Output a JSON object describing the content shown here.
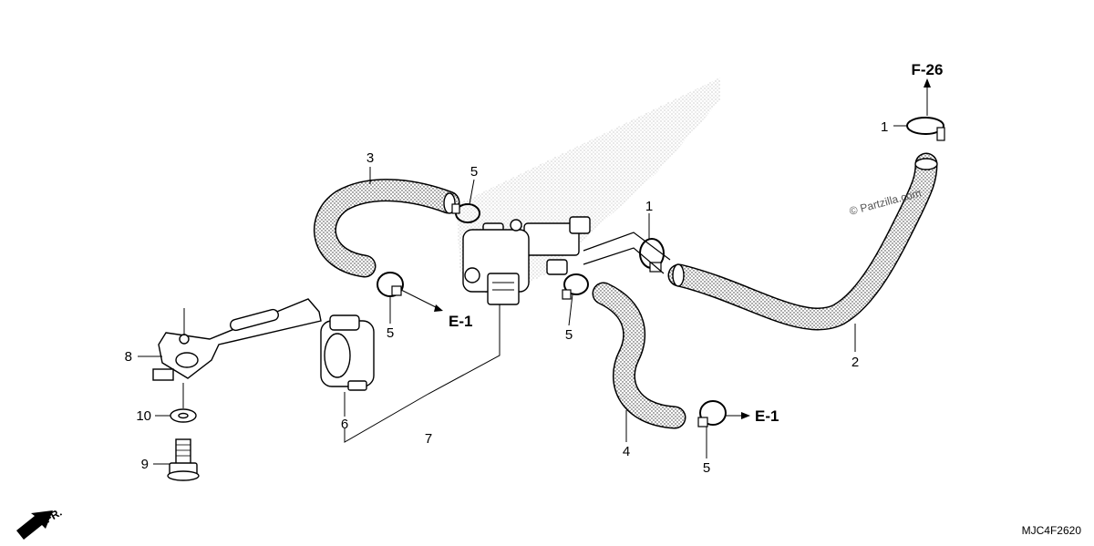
{
  "diagram": {
    "callouts": {
      "c1_top": "1",
      "c1_mid": "1",
      "c2": "2",
      "c3": "3",
      "c4": "4",
      "c5_a": "5",
      "c5_b": "5",
      "c5_c": "5",
      "c5_d": "5",
      "c6": "6",
      "c7": "7",
      "c8": "8",
      "c9": "9",
      "c10": "10"
    },
    "refs": {
      "f26": "F-26",
      "e1_left": "E-1",
      "e1_right": "E-1"
    },
    "watermark": "© Partzilla.com",
    "diagram_code": "MJC4F2620",
    "front_label": "FR."
  }
}
